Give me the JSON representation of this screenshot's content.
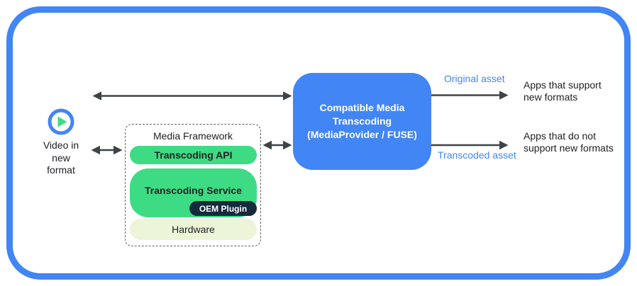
{
  "colors": {
    "accent_blue": "#4285F4",
    "android_green": "#3DDC84",
    "oem_navy": "#152B3C",
    "hardware_fill": "#EDF5D9",
    "arrow_gray": "#3E4347",
    "asset_label_blue": "#4285F4"
  },
  "source_video": {
    "icon": "play-icon",
    "label": "Video in\nnew\nformat"
  },
  "media_framework": {
    "title": "Media Framework",
    "transcoding_api": "Transcoding API",
    "transcoding_service": "Transcoding Service",
    "oem_plugin": "OEM Plugin",
    "hardware": "Hardware"
  },
  "transcoder": {
    "label": "Compatible Media\nTranscoding\n(MediaProvider / FUSE)"
  },
  "outputs": {
    "original_asset_label": "Original asset",
    "transcoded_asset_label": "Transcoded asset",
    "apps_support": "Apps that support\nnew formats",
    "apps_no_support": "Apps that do not\nsupport new formats"
  }
}
